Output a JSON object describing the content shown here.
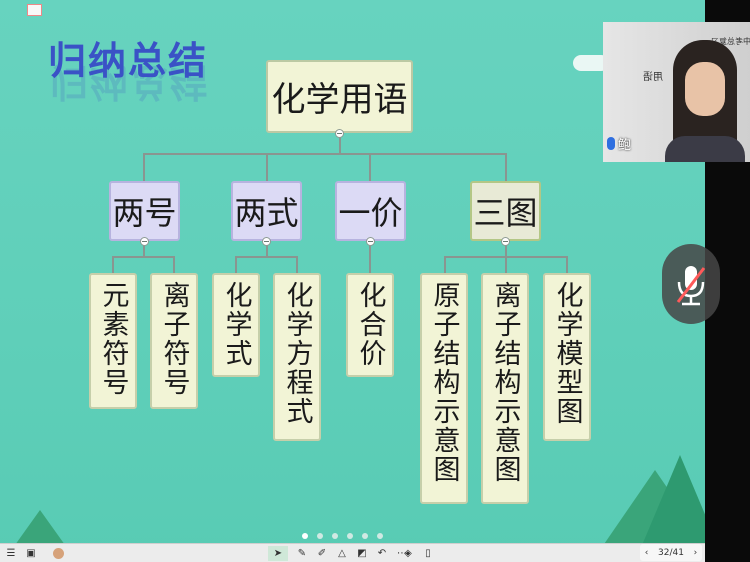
{
  "slide": {
    "title": "归纳总结",
    "root": "化学用语",
    "groups": [
      {
        "label": "两号",
        "items": [
          "元素符号",
          "离子符号"
        ]
      },
      {
        "label": "两式",
        "items": [
          "化学式",
          "化学方程式"
        ]
      },
      {
        "label": "一价",
        "items": [
          "化合价"
        ]
      },
      {
        "label": "三图",
        "items": [
          "原子结构示意图",
          "离子结构示意图",
          "化学模型图"
        ]
      }
    ]
  },
  "video": {
    "name": "鲍",
    "board_text": "化学中考总复习",
    "board_text2": "用语"
  },
  "pagination": {
    "current": "32",
    "total": "41",
    "separator": "/"
  },
  "colors": {
    "slide_bg": "#5fcfb9",
    "title": "#3a52c6",
    "level1": "#dcdaf5",
    "leaf": "#f2f4d6"
  }
}
